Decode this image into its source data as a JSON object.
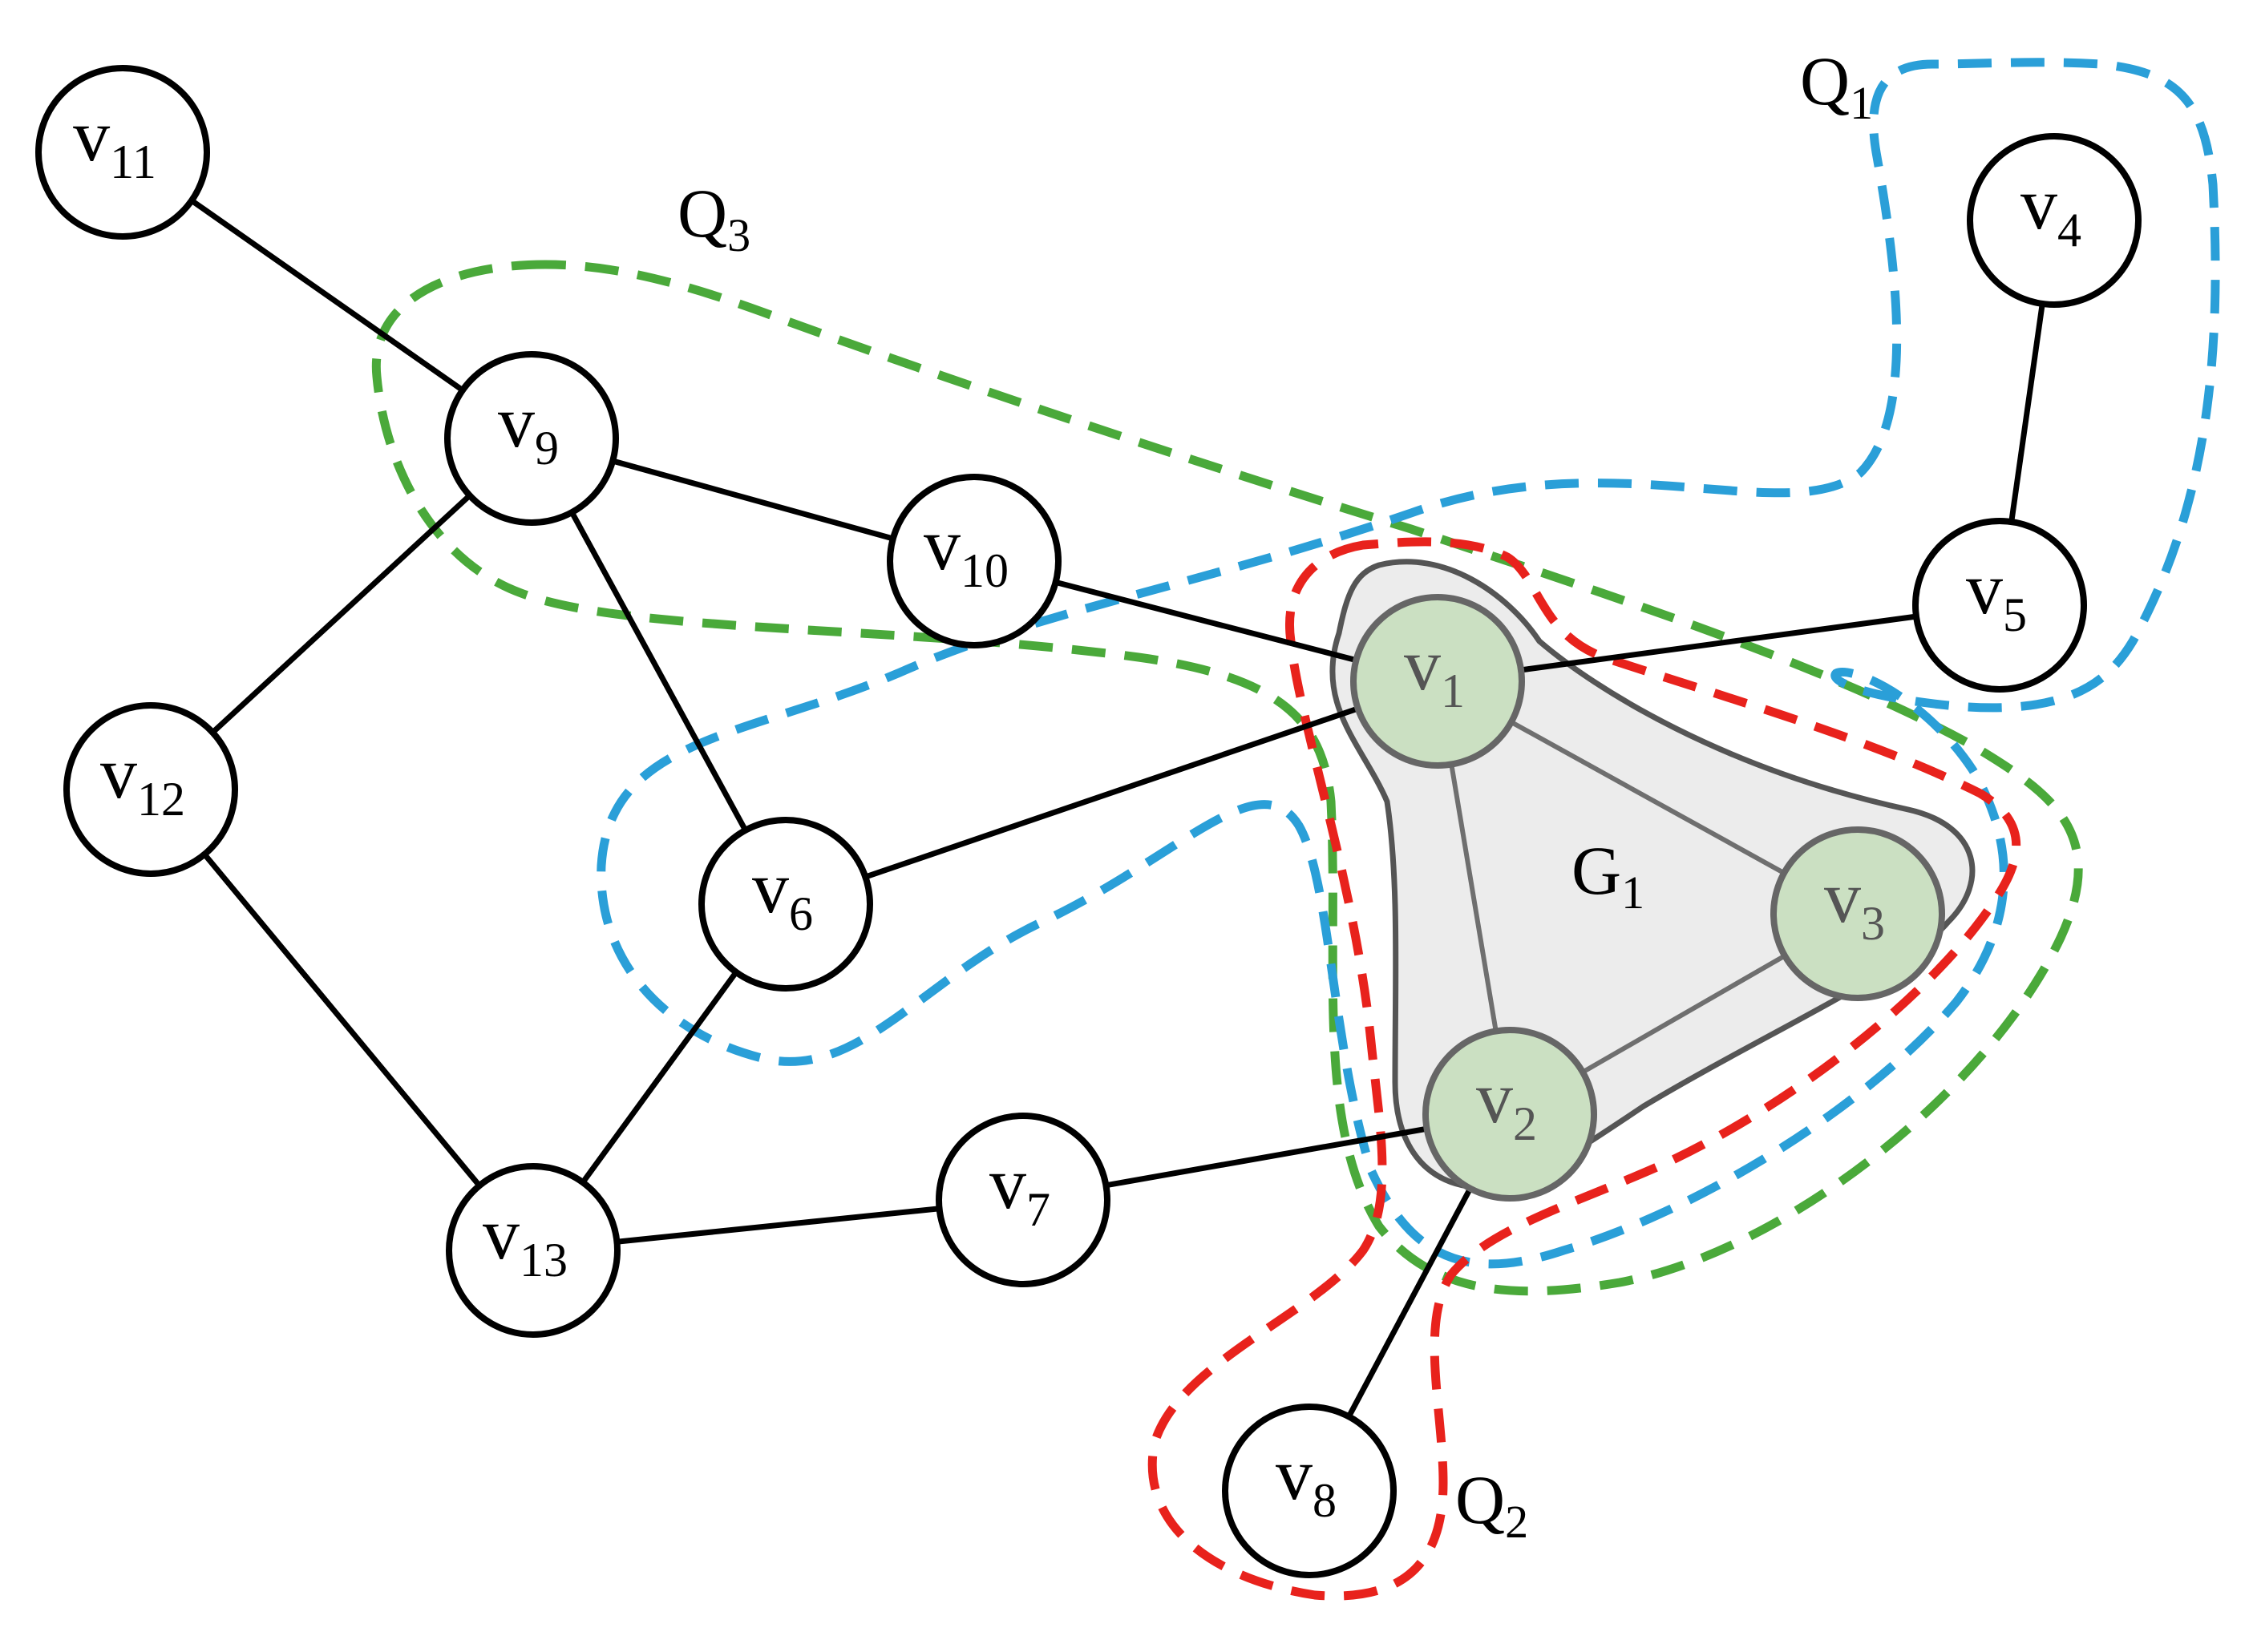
{
  "colors": {
    "q1_outline": "#2a9fd8",
    "q2_outline": "#e8221c",
    "q3_outline": "#4aa93a",
    "g1_fill": "#ececec",
    "g1_outline": "#555555",
    "g1_node_fill": "#cbe0c2",
    "edge": "#000000",
    "node_outline": "#000000"
  },
  "nodes": {
    "v1": {
      "base": "v",
      "sub": "1"
    },
    "v2": {
      "base": "v",
      "sub": "2"
    },
    "v3": {
      "base": "v",
      "sub": "3"
    },
    "v4": {
      "base": "v",
      "sub": "4"
    },
    "v5": {
      "base": "v",
      "sub": "5"
    },
    "v6": {
      "base": "v",
      "sub": "6"
    },
    "v7": {
      "base": "v",
      "sub": "7"
    },
    "v8": {
      "base": "v",
      "sub": "8"
    },
    "v9": {
      "base": "v",
      "sub": "9"
    },
    "v10": {
      "base": "v",
      "sub": "10"
    },
    "v11": {
      "base": "v",
      "sub": "11"
    },
    "v12": {
      "base": "v",
      "sub": "12"
    },
    "v13": {
      "base": "v",
      "sub": "13"
    }
  },
  "edges": [
    [
      "v11",
      "v9"
    ],
    [
      "v9",
      "v10"
    ],
    [
      "v9",
      "v12"
    ],
    [
      "v9",
      "v6"
    ],
    [
      "v10",
      "v1"
    ],
    [
      "v1",
      "v5"
    ],
    [
      "v5",
      "v4"
    ],
    [
      "v1",
      "v6"
    ],
    [
      "v1",
      "v3"
    ],
    [
      "v1",
      "v2"
    ],
    [
      "v2",
      "v3"
    ],
    [
      "v6",
      "v13"
    ],
    [
      "v12",
      "v13"
    ],
    [
      "v13",
      "v7"
    ],
    [
      "v7",
      "v2"
    ],
    [
      "v2",
      "v8"
    ]
  ],
  "groups": {
    "g1": {
      "base": "G",
      "sub": "1"
    },
    "q1": {
      "base": "Q",
      "sub": "1"
    },
    "q2": {
      "base": "Q",
      "sub": "2"
    },
    "q3": {
      "base": "Q",
      "sub": "3"
    }
  }
}
